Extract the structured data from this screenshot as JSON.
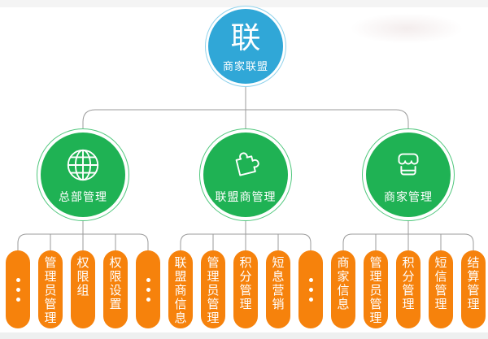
{
  "colors": {
    "blue": "#30A7D7",
    "blue-ring": "#8FD2EC",
    "green": "#1FB254",
    "green-ring": "#4FC77C",
    "orange": "#F6820C",
    "line": "#9B9B9B",
    "pill-text": "#FFFFFF",
    "band": "#F4F4F4"
  },
  "root": {
    "badge": "联",
    "label": "商家联盟"
  },
  "branches": [
    {
      "label": "总部管理",
      "icon": "globe-icon",
      "children": [
        {
          "type": "dots",
          "label": ""
        },
        {
          "type": "text",
          "label": "管理员管理"
        },
        {
          "type": "text",
          "label": "权限组"
        },
        {
          "type": "text",
          "label": "权限设置"
        },
        {
          "type": "dots",
          "label": ""
        }
      ]
    },
    {
      "label": "联盟商管理",
      "icon": "puzzle-icon",
      "children": [
        {
          "type": "text",
          "label": "联盟商信息"
        },
        {
          "type": "text",
          "label": "管理员管理"
        },
        {
          "type": "text",
          "label": "积分管理"
        },
        {
          "type": "text",
          "label": "短息营销"
        },
        {
          "type": "dots",
          "label": ""
        }
      ]
    },
    {
      "label": "商家管理",
      "icon": "store-icon",
      "children": [
        {
          "type": "text",
          "label": "商家信息"
        },
        {
          "type": "text",
          "label": "管理员管理"
        },
        {
          "type": "text",
          "label": "积分管理"
        },
        {
          "type": "text",
          "label": "短信管理"
        },
        {
          "type": "text",
          "label": "结算管理"
        }
      ]
    }
  ]
}
